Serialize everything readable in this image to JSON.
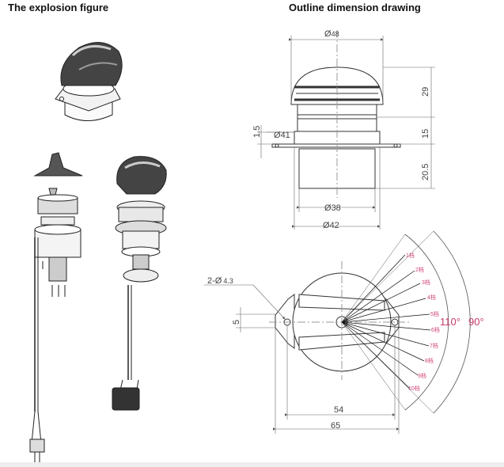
{
  "headings": {
    "explosion": "The explosion figure",
    "outline": "Outline dimension drawing"
  },
  "dimensions": {
    "top_width": "48",
    "height_knob": "29",
    "height_flange": "15",
    "height_body": "20.5",
    "flange_thickness": "1.5",
    "ring_diameter": "41",
    "body_inner": "38",
    "body_outer": "42",
    "holes": "2-",
    "hole_diameter": "4.3",
    "offset": "5",
    "hole_spacing": "54",
    "flange_length": "65"
  },
  "diameter_symbol": "Ø",
  "positions": [
    "1档",
    "2档",
    "3档",
    "4档",
    "5档",
    "6档",
    "7档",
    "8档",
    "9档",
    "10档"
  ],
  "angles": {
    "inner": "110°",
    "outer": "90°"
  },
  "colors": {
    "line": "#333333",
    "thin": "#888888",
    "pink": "#d0457a",
    "accent": "#c63b6b"
  }
}
